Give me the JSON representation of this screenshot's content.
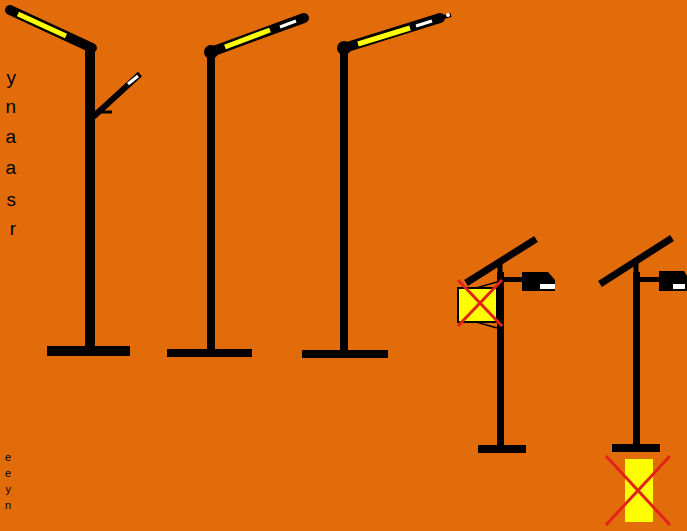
{
  "diagram": {
    "labels": [
      "y",
      "n",
      "a",
      "a",
      "s",
      "r",
      "e",
      "e",
      "y",
      "n"
    ]
  }
}
